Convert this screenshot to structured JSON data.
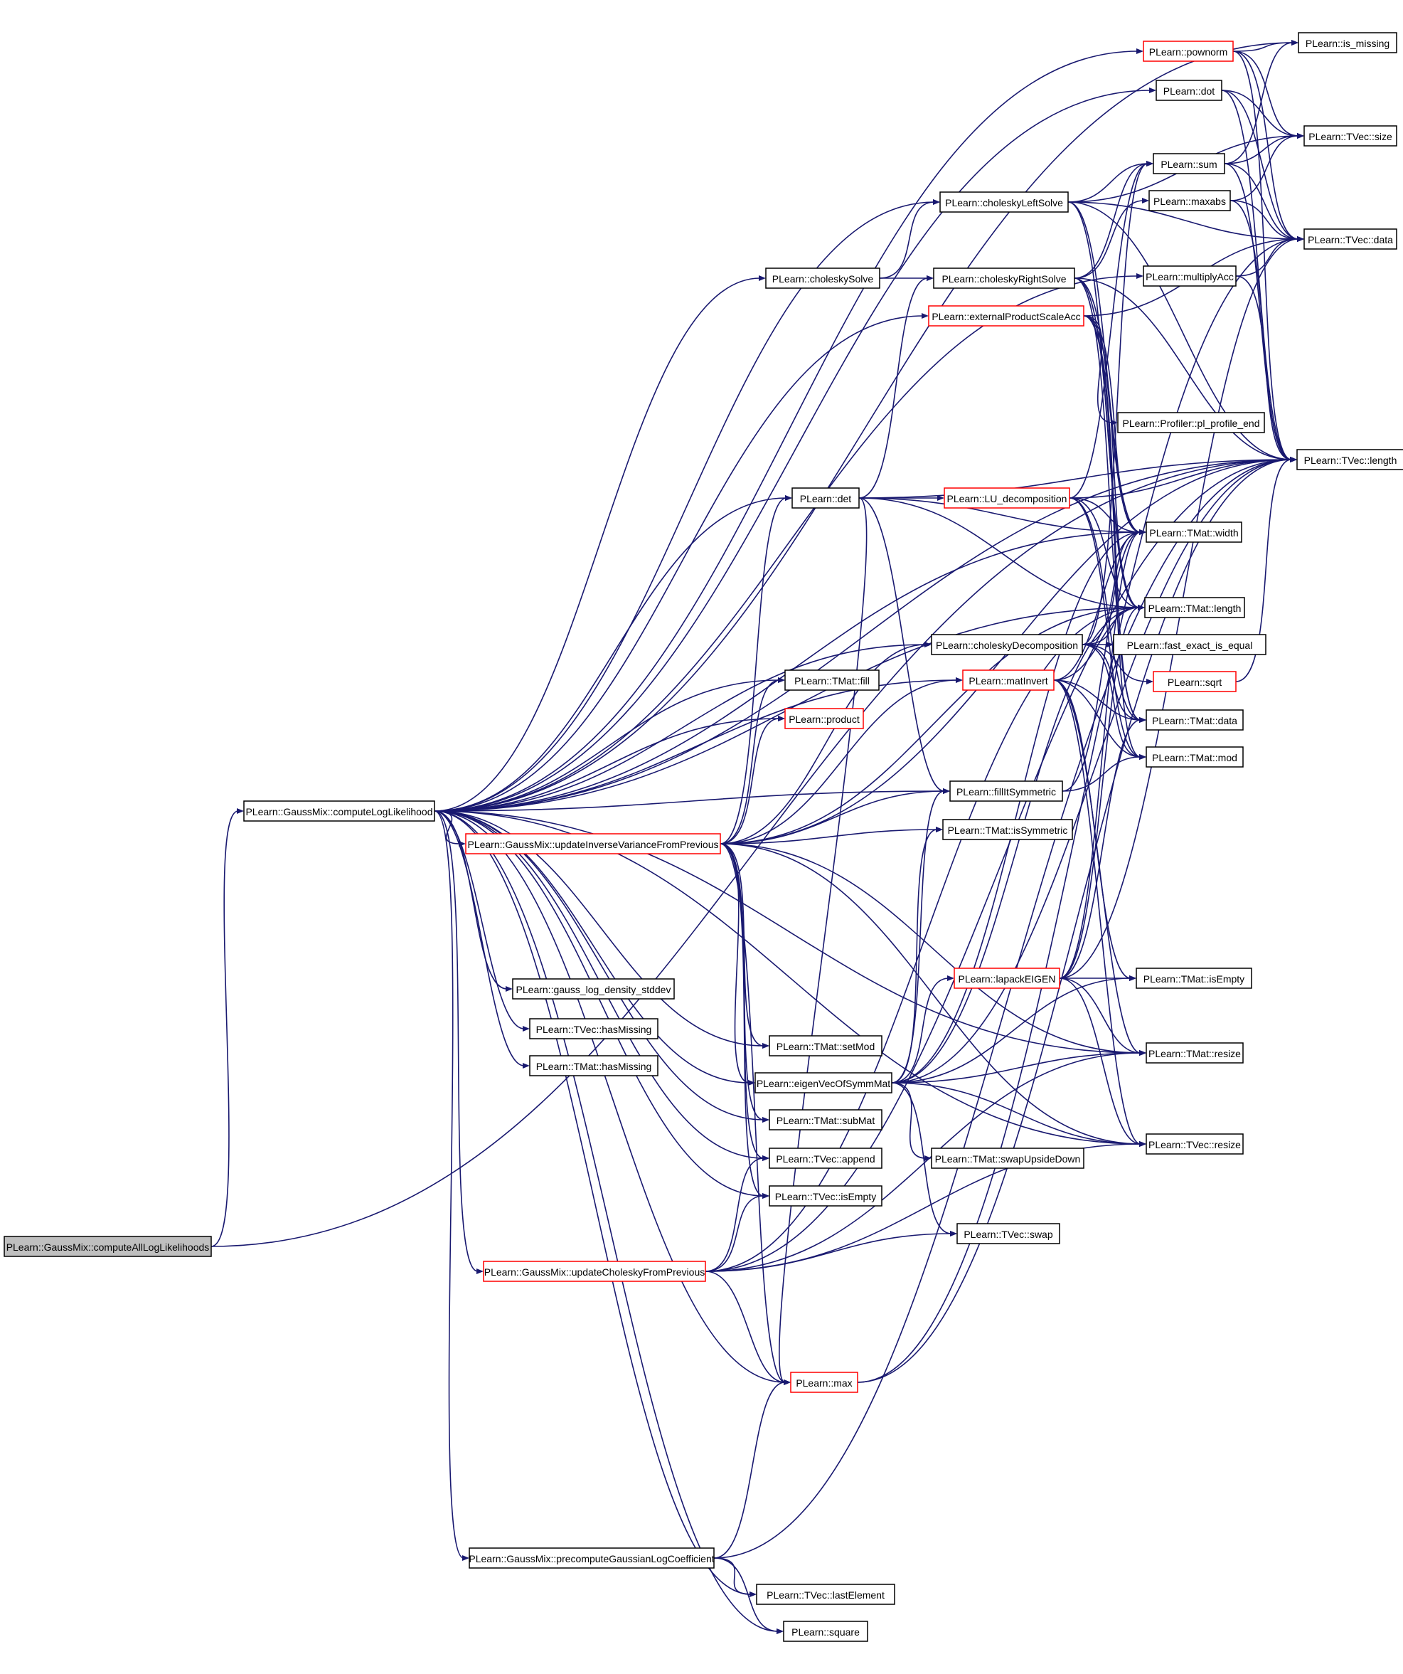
{
  "colors": {
    "edge": "#191970",
    "node_border": "#000000",
    "node_border_truncated": "#ff0000",
    "root_fill": "#bfbfbf",
    "node_fill": "#ffffff"
  },
  "nodes": [
    {
      "id": "root",
      "label": "PLearn::GaussMix::computeAllLogLikelihoods",
      "style": "root"
    },
    {
      "id": "cll",
      "label": "PLearn::GaussMix::computeLogLikelihood",
      "style": "normal"
    },
    {
      "id": "uivp",
      "label": "PLearn::GaussMix::updateInverseVarianceFromPrevious",
      "style": "truncated"
    },
    {
      "id": "ucfp",
      "label": "PLearn::GaussMix::updateCholeskyFromPrevious",
      "style": "truncated"
    },
    {
      "id": "pglc",
      "label": "PLearn::GaussMix::precomputeGaussianLogCoefficient",
      "style": "normal"
    },
    {
      "id": "gld",
      "label": "PLearn::gauss_log_density_stddev",
      "style": "normal"
    },
    {
      "id": "tvhm",
      "label": "PLearn::TVec::hasMissing",
      "style": "normal"
    },
    {
      "id": "tmhm",
      "label": "PLearn::TMat::hasMissing",
      "style": "normal"
    },
    {
      "id": "csolve",
      "label": "PLearn::choleskySolve",
      "style": "normal"
    },
    {
      "id": "det",
      "label": "PLearn::det",
      "style": "normal"
    },
    {
      "id": "tmfill",
      "label": "PLearn::TMat::fill",
      "style": "normal"
    },
    {
      "id": "product",
      "label": "PLearn::product",
      "style": "truncated"
    },
    {
      "id": "setmod",
      "label": "PLearn::TMat::setMod",
      "style": "normal"
    },
    {
      "id": "evsm",
      "label": "PLearn::eigenVecOfSymmMat",
      "style": "normal"
    },
    {
      "id": "submat",
      "label": "PLearn::TMat::subMat",
      "style": "normal"
    },
    {
      "id": "append",
      "label": "PLearn::TVec::append",
      "style": "normal"
    },
    {
      "id": "tvempty",
      "label": "PLearn::TVec::isEmpty",
      "style": "normal"
    },
    {
      "id": "max",
      "label": "PLearn::max",
      "style": "truncated"
    },
    {
      "id": "lastel",
      "label": "PLearn::TVec::lastElement",
      "style": "normal"
    },
    {
      "id": "square",
      "label": "PLearn::square",
      "style": "normal"
    },
    {
      "id": "cls",
      "label": "PLearn::choleskyLeftSolve",
      "style": "normal"
    },
    {
      "id": "crs",
      "label": "PLearn::choleskyRightSolve",
      "style": "normal"
    },
    {
      "id": "epsa",
      "label": "PLearn::externalProductScaleAcc",
      "style": "truncated"
    },
    {
      "id": "lud",
      "label": "PLearn::LU_decomposition",
      "style": "truncated"
    },
    {
      "id": "cdec",
      "label": "PLearn::choleskyDecomposition",
      "style": "normal"
    },
    {
      "id": "matinv",
      "label": "PLearn::matInvert",
      "style": "truncated"
    },
    {
      "id": "fis",
      "label": "PLearn::fillItSymmetric",
      "style": "normal"
    },
    {
      "id": "issym",
      "label": "PLearn::TMat::isSymmetric",
      "style": "normal"
    },
    {
      "id": "lapack",
      "label": "PLearn::lapackEIGEN",
      "style": "truncated"
    },
    {
      "id": "sud",
      "label": "PLearn::TMat::swapUpsideDown",
      "style": "normal"
    },
    {
      "id": "tvswap",
      "label": "PLearn::TVec::swap",
      "style": "normal"
    },
    {
      "id": "pownorm",
      "label": "PLearn::pownorm",
      "style": "truncated"
    },
    {
      "id": "dot",
      "label": "PLearn::dot",
      "style": "normal"
    },
    {
      "id": "sum",
      "label": "PLearn::sum",
      "style": "normal"
    },
    {
      "id": "maxabs",
      "label": "PLearn::maxabs",
      "style": "normal"
    },
    {
      "id": "multacc",
      "label": "PLearn::multiplyAcc",
      "style": "normal"
    },
    {
      "id": "profend",
      "label": "PLearn::Profiler::pl_profile_end",
      "style": "normal"
    },
    {
      "id": "tmwidth",
      "label": "PLearn::TMat::width",
      "style": "normal"
    },
    {
      "id": "tmlength",
      "label": "PLearn::TMat::length",
      "style": "normal"
    },
    {
      "id": "feq",
      "label": "PLearn::fast_exact_is_equal",
      "style": "normal"
    },
    {
      "id": "sqrt",
      "label": "PLearn::sqrt",
      "style": "truncated"
    },
    {
      "id": "tmdata",
      "label": "PLearn::TMat::data",
      "style": "normal"
    },
    {
      "id": "tmmod",
      "label": "PLearn::TMat::mod",
      "style": "normal"
    },
    {
      "id": "tmempty",
      "label": "PLearn::TMat::isEmpty",
      "style": "normal"
    },
    {
      "id": "tmresize",
      "label": "PLearn::TMat::resize",
      "style": "normal"
    },
    {
      "id": "tvresize",
      "label": "PLearn::TVec::resize",
      "style": "normal"
    },
    {
      "id": "ismissing",
      "label": "PLearn::is_missing",
      "style": "normal"
    },
    {
      "id": "tvsize",
      "label": "PLearn::TVec::size",
      "style": "normal"
    },
    {
      "id": "tvdata",
      "label": "PLearn::TVec::data",
      "style": "normal"
    },
    {
      "id": "tvlength",
      "label": "PLearn::TVec::length",
      "style": "normal"
    }
  ],
  "edges": [
    [
      "root",
      "cll"
    ],
    [
      "root",
      "tvlength"
    ],
    [
      "cll",
      "uivp"
    ],
    [
      "cll",
      "ucfp"
    ],
    [
      "cll",
      "pglc"
    ],
    [
      "cll",
      "gld"
    ],
    [
      "cll",
      "tvhm"
    ],
    [
      "cll",
      "tmhm"
    ],
    [
      "cll",
      "csolve"
    ],
    [
      "cll",
      "det"
    ],
    [
      "cll",
      "tmfill"
    ],
    [
      "cll",
      "product"
    ],
    [
      "cll",
      "setmod"
    ],
    [
      "cll",
      "evsm"
    ],
    [
      "cll",
      "submat"
    ],
    [
      "cll",
      "append"
    ],
    [
      "cll",
      "tvempty"
    ],
    [
      "cll",
      "max"
    ],
    [
      "cll",
      "lastel"
    ],
    [
      "cll",
      "square"
    ],
    [
      "cll",
      "pownorm"
    ],
    [
      "cll",
      "dot"
    ],
    [
      "cll",
      "ismissing"
    ],
    [
      "cll",
      "cls"
    ],
    [
      "cll",
      "epsa"
    ],
    [
      "cll",
      "multacc"
    ],
    [
      "cll",
      "cdec"
    ],
    [
      "cll",
      "matinv"
    ],
    [
      "cll",
      "fis"
    ],
    [
      "cll",
      "tmlength"
    ],
    [
      "cll",
      "tmwidth"
    ],
    [
      "cll",
      "tvlength"
    ],
    [
      "cll",
      "tmresize"
    ],
    [
      "cll",
      "tvresize"
    ],
    [
      "uivp",
      "det"
    ],
    [
      "uivp",
      "tmfill"
    ],
    [
      "uivp",
      "product"
    ],
    [
      "uivp",
      "matinv"
    ],
    [
      "uivp",
      "fis"
    ],
    [
      "uivp",
      "issym"
    ],
    [
      "uivp",
      "evsm"
    ],
    [
      "uivp",
      "setmod"
    ],
    [
      "uivp",
      "submat"
    ],
    [
      "uivp",
      "append"
    ],
    [
      "uivp",
      "tvempty"
    ],
    [
      "uivp",
      "max"
    ],
    [
      "uivp",
      "tmlength"
    ],
    [
      "uivp",
      "tmresize"
    ],
    [
      "uivp",
      "tvresize"
    ],
    [
      "uivp",
      "tvlength"
    ],
    [
      "uivp",
      "cdec"
    ],
    [
      "ucfp",
      "append"
    ],
    [
      "ucfp",
      "tvempty"
    ],
    [
      "ucfp",
      "max"
    ],
    [
      "ucfp",
      "tvswap"
    ],
    [
      "ucfp",
      "tmresize"
    ],
    [
      "ucfp",
      "tvresize"
    ],
    [
      "ucfp",
      "tvlength"
    ],
    [
      "ucfp",
      "tmlength"
    ],
    [
      "pglc",
      "max"
    ],
    [
      "pglc",
      "lastel"
    ],
    [
      "pglc",
      "square"
    ],
    [
      "pglc",
      "tvlength"
    ],
    [
      "csolve",
      "cls"
    ],
    [
      "csolve",
      "crs"
    ],
    [
      "det",
      "lud"
    ],
    [
      "det",
      "tmlength"
    ],
    [
      "det",
      "tmwidth"
    ],
    [
      "det",
      "crs"
    ],
    [
      "det",
      "max"
    ],
    [
      "det",
      "tvlength"
    ],
    [
      "det",
      "fis"
    ],
    [
      "cls",
      "sum"
    ],
    [
      "cls",
      "tmwidth"
    ],
    [
      "cls",
      "tmlength"
    ],
    [
      "cls",
      "tvlength"
    ],
    [
      "cls",
      "tvsize"
    ],
    [
      "cls",
      "tvdata"
    ],
    [
      "crs",
      "sum"
    ],
    [
      "crs",
      "maxabs"
    ],
    [
      "crs",
      "tmwidth"
    ],
    [
      "crs",
      "tmlength"
    ],
    [
      "crs",
      "tvlength"
    ],
    [
      "crs",
      "tmdata"
    ],
    [
      "epsa",
      "tvdata"
    ],
    [
      "epsa",
      "profend"
    ],
    [
      "epsa",
      "tmwidth"
    ],
    [
      "epsa",
      "tmlength"
    ],
    [
      "epsa",
      "tmdata"
    ],
    [
      "epsa",
      "tmmod"
    ],
    [
      "lud",
      "tmwidth"
    ],
    [
      "lud",
      "tmlength"
    ],
    [
      "lud",
      "sum"
    ],
    [
      "lud",
      "tmdata"
    ],
    [
      "lud",
      "tmmod"
    ],
    [
      "lud",
      "tvlength"
    ],
    [
      "cdec",
      "tmlength"
    ],
    [
      "cdec",
      "tmwidth"
    ],
    [
      "cdec",
      "feq"
    ],
    [
      "cdec",
      "sqrt"
    ],
    [
      "cdec",
      "tmdata"
    ],
    [
      "cdec",
      "tmmod"
    ],
    [
      "cdec",
      "sum"
    ],
    [
      "matinv",
      "tmlength"
    ],
    [
      "matinv",
      "tmwidth"
    ],
    [
      "matinv",
      "tmdata"
    ],
    [
      "matinv",
      "tmmod"
    ],
    [
      "matinv",
      "tmempty"
    ],
    [
      "matinv",
      "tmresize"
    ],
    [
      "matinv",
      "tvresize"
    ],
    [
      "fis",
      "tmwidth"
    ],
    [
      "fis",
      "tmmod"
    ],
    [
      "evsm",
      "lapack"
    ],
    [
      "evsm",
      "tmempty"
    ],
    [
      "evsm",
      "tmresize"
    ],
    [
      "evsm",
      "sud"
    ],
    [
      "evsm",
      "tvswap"
    ],
    [
      "evsm",
      "tvresize"
    ],
    [
      "evsm",
      "fis"
    ],
    [
      "evsm",
      "issym"
    ],
    [
      "evsm",
      "tmwidth"
    ],
    [
      "evsm",
      "tmlength"
    ],
    [
      "evsm",
      "tvlength"
    ],
    [
      "lapack",
      "tmwidth"
    ],
    [
      "lapack",
      "tmlength"
    ],
    [
      "lapack",
      "tmempty"
    ],
    [
      "lapack",
      "tmresize"
    ],
    [
      "lapack",
      "tvresize"
    ],
    [
      "lapack",
      "tvdata"
    ],
    [
      "lapack",
      "tmdata"
    ],
    [
      "max",
      "tvlength"
    ],
    [
      "max",
      "tvdata"
    ],
    [
      "pownorm",
      "tvsize"
    ],
    [
      "pownorm",
      "tvdata"
    ],
    [
      "pownorm",
      "ismissing"
    ],
    [
      "pownorm",
      "tvlength"
    ],
    [
      "dot",
      "tvsize"
    ],
    [
      "dot",
      "tvdata"
    ],
    [
      "dot",
      "tvlength"
    ],
    [
      "sum",
      "ismissing"
    ],
    [
      "sum",
      "tvsize"
    ],
    [
      "sum",
      "tvdata"
    ],
    [
      "sum",
      "tvlength"
    ],
    [
      "maxabs",
      "tvsize"
    ],
    [
      "maxabs",
      "tvdata"
    ],
    [
      "maxabs",
      "tvlength"
    ],
    [
      "multacc",
      "tvdata"
    ],
    [
      "multacc",
      "tvlength"
    ],
    [
      "sqrt",
      "tvlength"
    ]
  ]
}
